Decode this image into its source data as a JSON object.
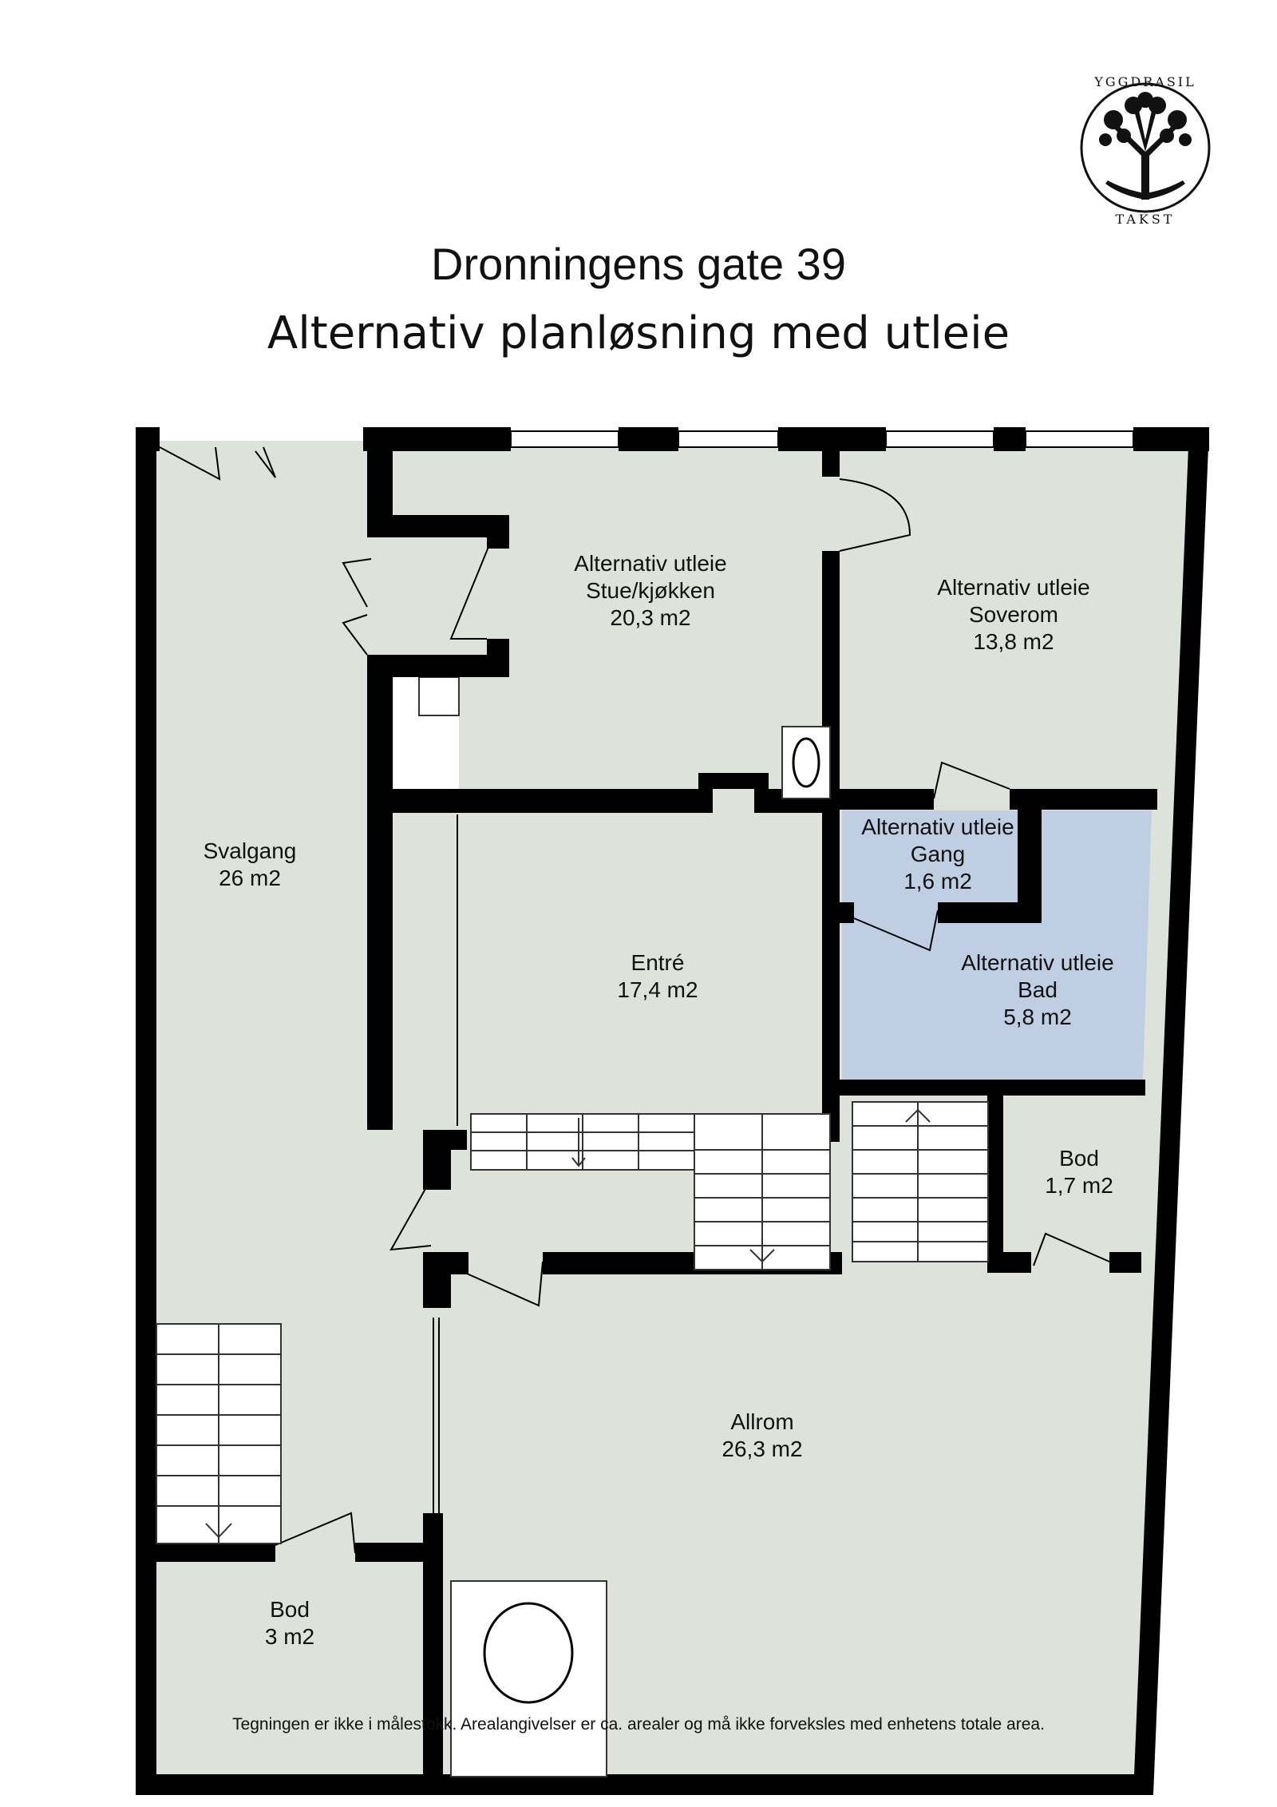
{
  "logo": {
    "top_text": "YGGDRASIL",
    "bottom_text": "TAKST",
    "icon": "tree-icon"
  },
  "title": "Dronningens gate 39",
  "subtitle": "Alternativ planløsning med utleie",
  "rooms": [
    {
      "id": "stue",
      "lines": [
        "Alternativ utleie",
        "Stue/kjøkken",
        "20,3 m2"
      ]
    },
    {
      "id": "soverom",
      "lines": [
        "Alternativ utleie",
        "Soverom",
        "13,8 m2"
      ]
    },
    {
      "id": "svalgang",
      "lines": [
        "Svalgang",
        "26 m2"
      ]
    },
    {
      "id": "gang",
      "lines": [
        "Alternativ utleie",
        "Gang",
        "1,6 m2"
      ]
    },
    {
      "id": "entre",
      "lines": [
        "Entré",
        "17,4 m2"
      ]
    },
    {
      "id": "bad",
      "lines": [
        "Alternativ utleie",
        "Bad",
        "5,8 m2"
      ]
    },
    {
      "id": "bod-small",
      "lines": [
        "Bod",
        "1,7 m2"
      ]
    },
    {
      "id": "allrom",
      "lines": [
        "Allrom",
        "26,3 m2"
      ]
    },
    {
      "id": "bod-large",
      "lines": [
        "Bod",
        "3 m2"
      ]
    }
  ],
  "colors": {
    "floor": "#dde2da",
    "bathroom": "#c0cee3",
    "wall": "#000000"
  },
  "footer": "Tegningen er ikke i målestokk. Arealangivelser er ca. arealer og må ikke forveksles med enhetens totale area."
}
